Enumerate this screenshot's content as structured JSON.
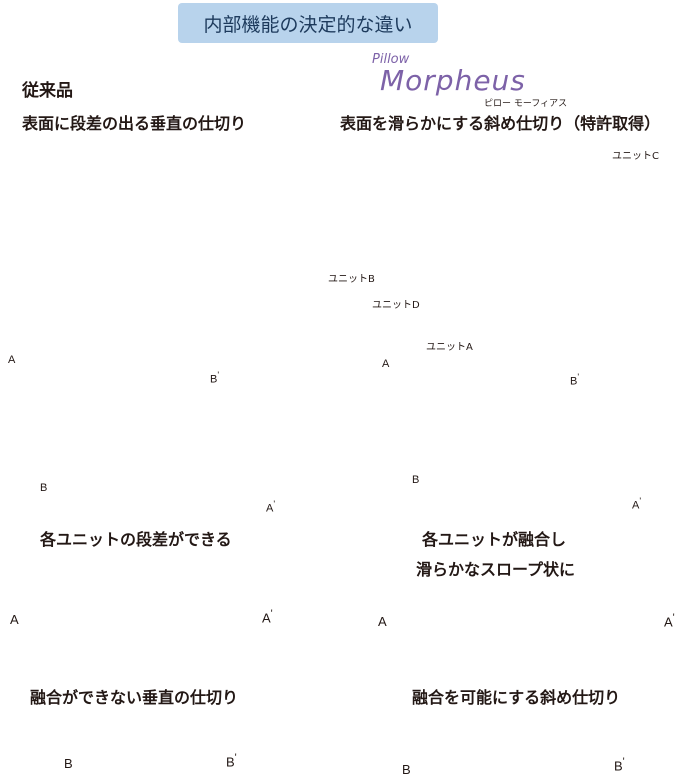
{
  "title": "内部機能の決定的な違い",
  "left": {
    "heading": "従来品",
    "subheading": "表面に段差の出る垂直の仕切り",
    "caption1": "各ユニットの段差ができる",
    "caption2": "融合ができない垂直の仕切り"
  },
  "right": {
    "brand_small": "Pillow",
    "brand_large": "Morpheus",
    "brand_kana": "ピロー モーフィアス",
    "subheading": "表面を滑らかにする斜め仕切り（特許取得）",
    "caption1_line1": "各ユニットが融合し",
    "caption1_line2": "滑らかなスロープ状に",
    "caption2": "融合を可能にする斜め仕切り",
    "units": {
      "c": "ユニットC",
      "b": "ユニットB",
      "d": "ユニットD",
      "a": "ユニットA"
    }
  },
  "axis_labels": {
    "a": "A",
    "a_prime": "A",
    "b": "B",
    "b_prime": "B",
    "prime": "'"
  },
  "colors": {
    "title_bg": "#b8d3ec",
    "pillow_fill": "#e7dfcb",
    "divider_fill": "#e9876e",
    "arrow_gray": "#8c8c8c",
    "arrow_blue": "#6f9bd1",
    "pointer_blue": "#2aa7de",
    "dash_outline": "#a68b4e",
    "brand_purple": "#7d62a8"
  }
}
